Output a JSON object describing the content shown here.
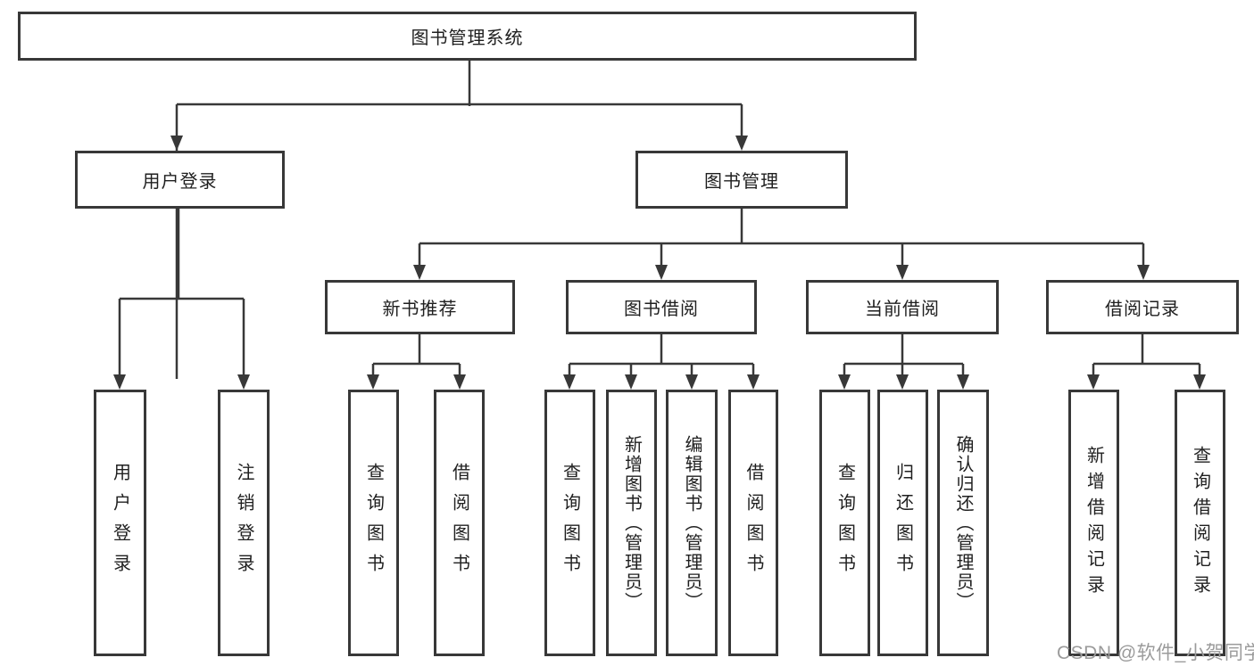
{
  "diagram_type": "tree",
  "colors": {
    "line": "#383838",
    "box_border": "#383838",
    "box_background": "#ffffff",
    "text": "#1f1f1f",
    "watermark": "#9b9b9b",
    "background": "#ffffff"
  },
  "watermark": "CSDN @软件_小贺同学",
  "tree": {
    "label": "图书管理系统",
    "children": [
      {
        "label": "用户登录",
        "children": [
          {
            "label": "用户登录"
          },
          {
            "label": "注销登录"
          }
        ]
      },
      {
        "label": "图书管理",
        "children": [
          {
            "label": "新书推荐",
            "children": [
              {
                "label": "查询图书"
              },
              {
                "label": "借阅图书"
              }
            ]
          },
          {
            "label": "图书借阅",
            "children": [
              {
                "label": "查询图书"
              },
              {
                "label": "新增图书（管理员）"
              },
              {
                "label": "编辑图书（管理员）"
              },
              {
                "label": "借阅图书"
              }
            ]
          },
          {
            "label": "当前借阅",
            "children": [
              {
                "label": "查询图书"
              },
              {
                "label": "归还图书"
              },
              {
                "label": "确认归还（管理员）"
              }
            ]
          },
          {
            "label": "借阅记录",
            "children": [
              {
                "label": "新增借阅记录"
              },
              {
                "label": "查询借阅记录"
              }
            ]
          }
        ]
      }
    ]
  }
}
